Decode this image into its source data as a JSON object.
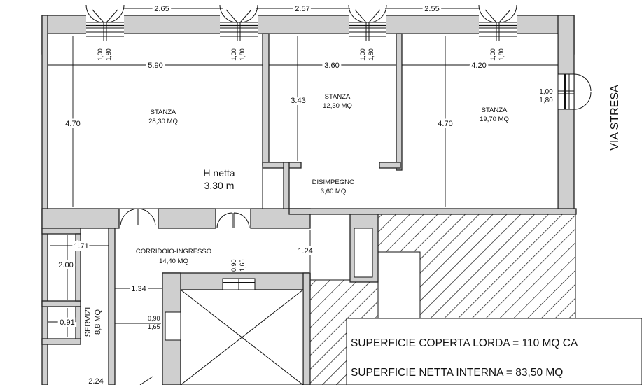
{
  "plan": {
    "top_dims": [
      "2.65",
      "2.57",
      "2.55"
    ],
    "window_labels": [
      {
        "a": "1,00",
        "b": "1,80"
      },
      {
        "a": "1,00",
        "b": "1,80"
      },
      {
        "a": "1,00",
        "b": "1,80"
      },
      {
        "a": "1,00",
        "b": "1,80"
      },
      {
        "a": "1,00",
        "b": "1,80"
      }
    ],
    "room_widths": [
      "5.90",
      "3.60",
      "4.20"
    ],
    "heights": {
      "left": "4.70",
      "mid": "3.43",
      "right": "4.70"
    },
    "rooms": [
      {
        "name": "STANZA",
        "area": "28,30 MQ"
      },
      {
        "name": "STANZA",
        "area": "12,30 MQ"
      },
      {
        "name": "STANZA",
        "area": "19,70 MQ"
      },
      {
        "name": "DISIMPEGNO",
        "area": "3,60 MQ"
      },
      {
        "name": "CORRIDOIO-INGRESSO",
        "area": "14,40 MQ"
      },
      {
        "name": "SERVIZI",
        "area": "8,8 MQ"
      }
    ],
    "h_netta": {
      "line1": "H netta",
      "line2": "3,30 m"
    },
    "street": "VIA STRESA",
    "small_dims": {
      "d171": "1.71",
      "d200": "2.00",
      "d134": "1.34",
      "d124": "1.24",
      "d091": "0.91",
      "d224": "2.24",
      "door_top": {
        "a": "0,90",
        "b": "1,65"
      },
      "door_side": {
        "a": "0,90",
        "b": "1,65"
      }
    },
    "summary": {
      "lorda": "SUPERFICIE COPERTA LORDA = 110 MQ CA",
      "netta": "SUPERFICIE NETTA INTERNA = 83,50 MQ"
    }
  }
}
